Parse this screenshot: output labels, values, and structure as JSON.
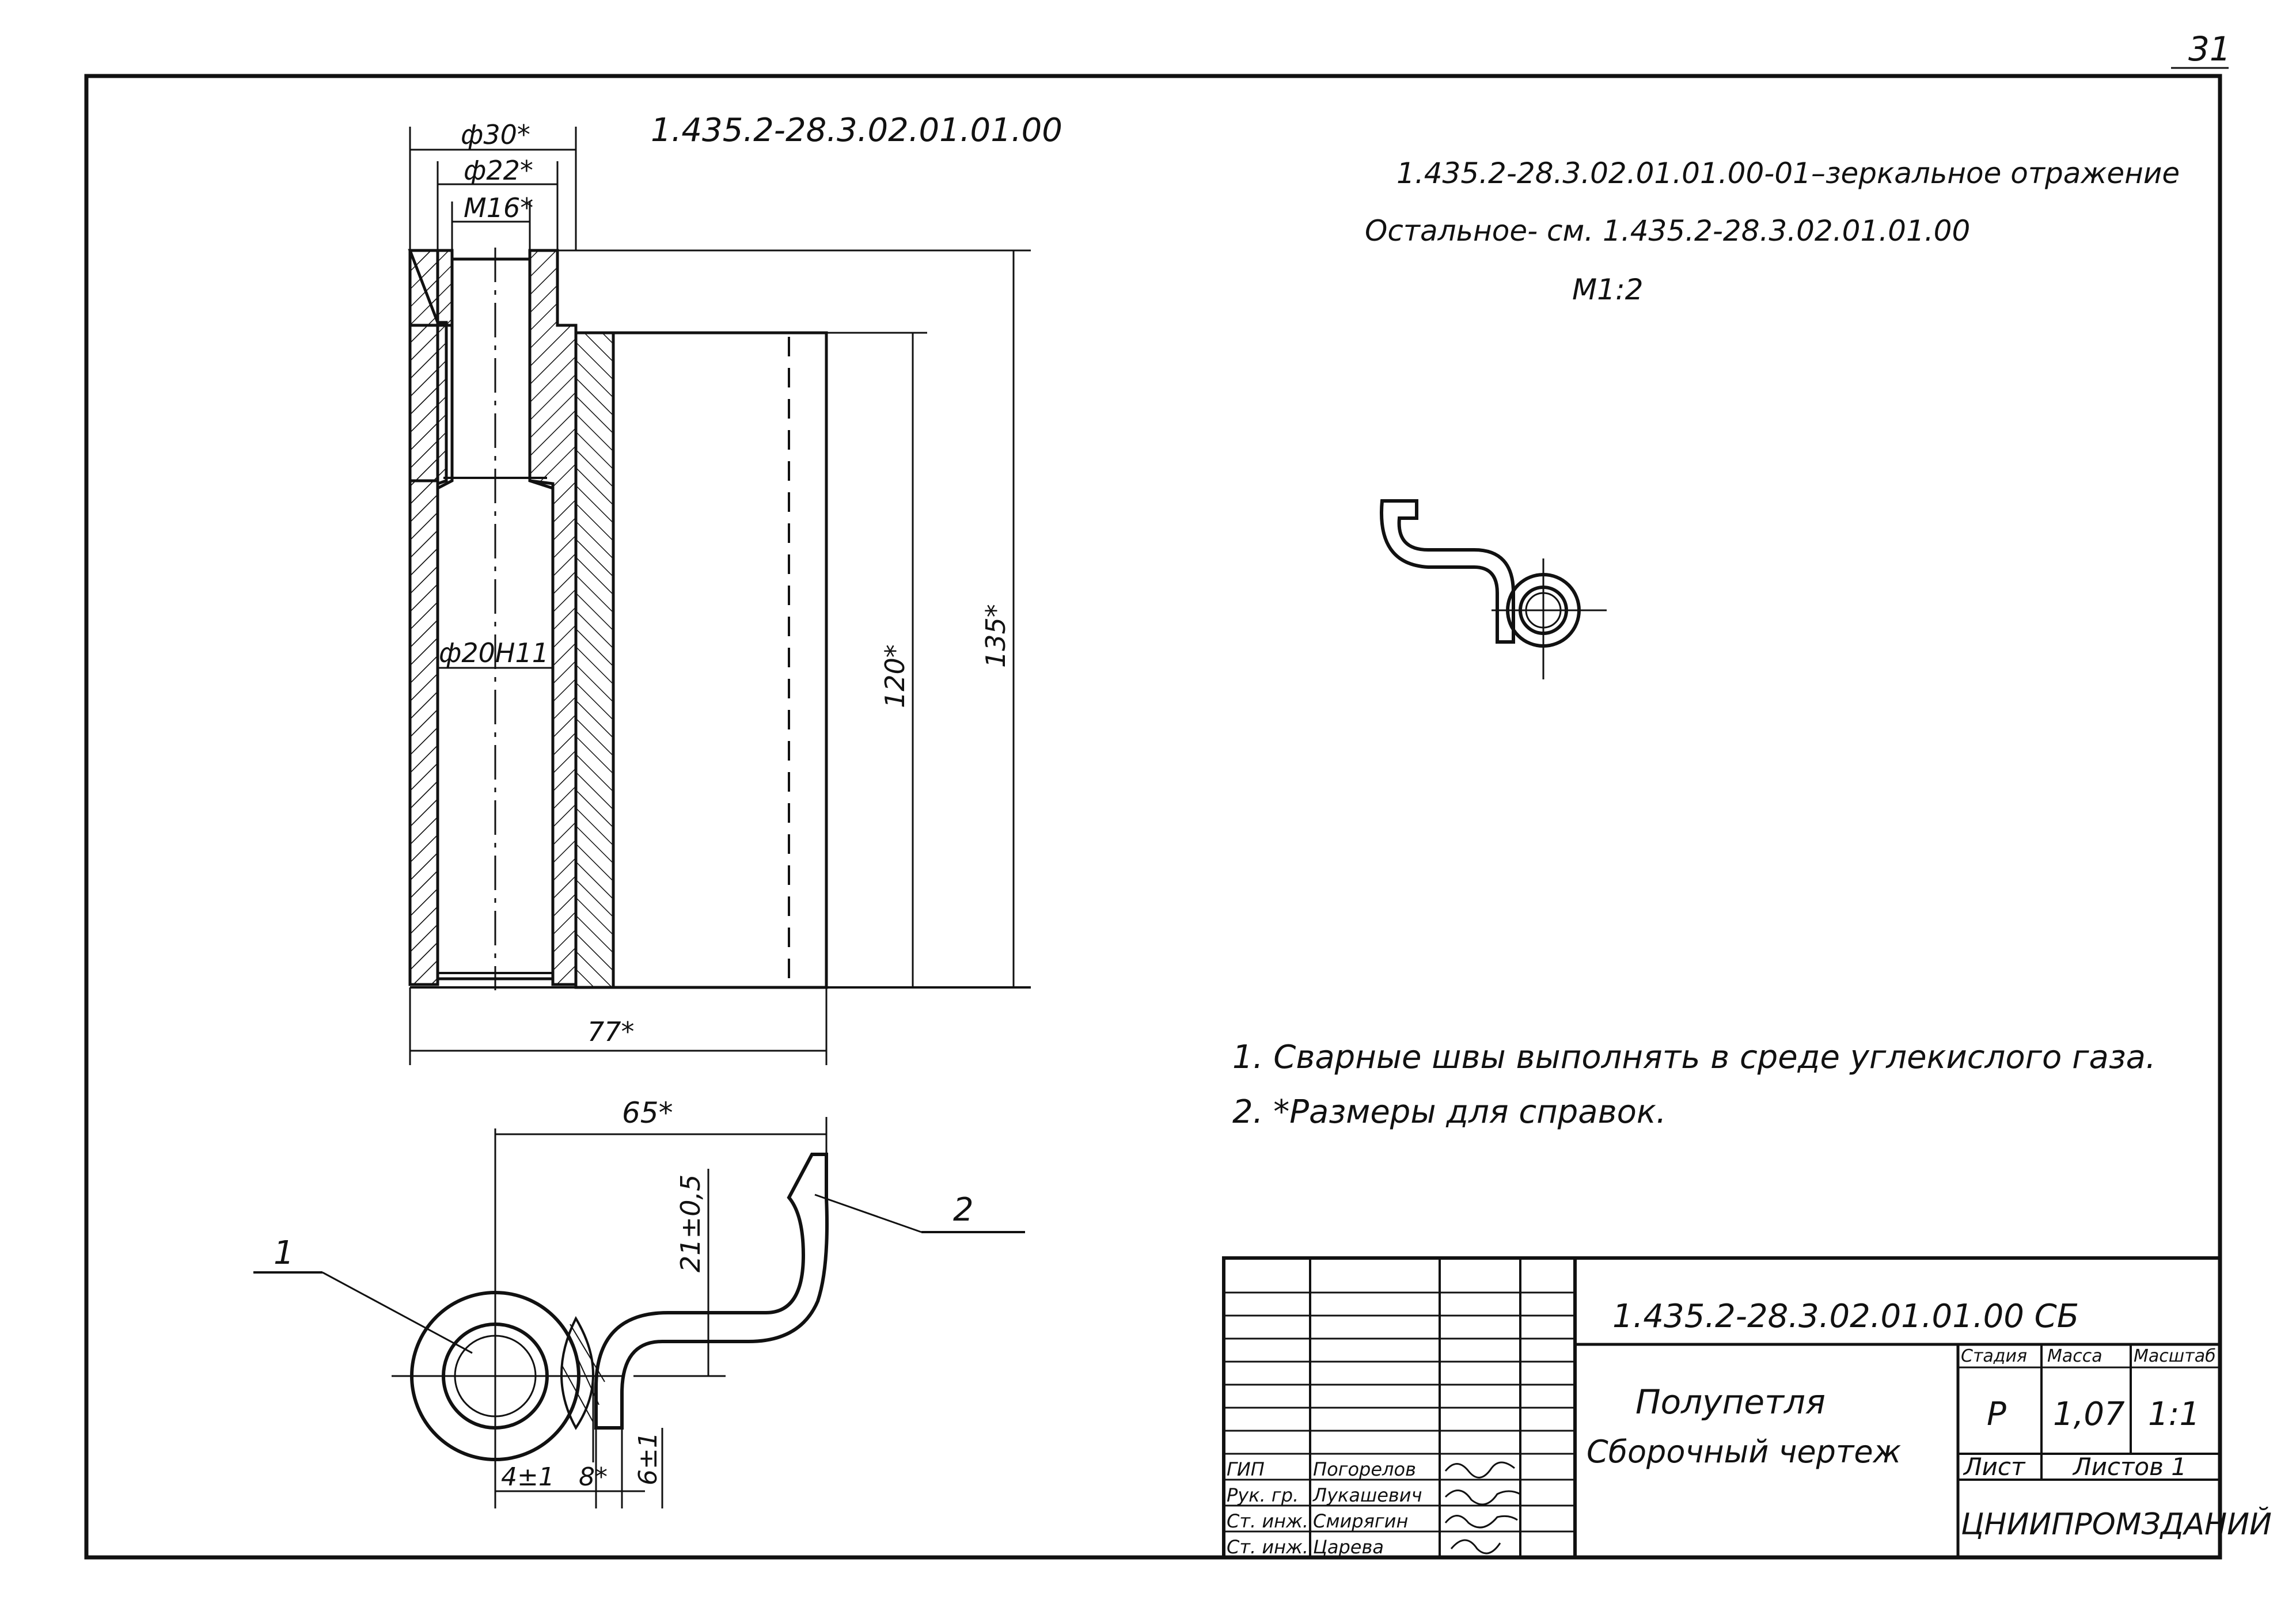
{
  "page_number": "31",
  "drawing": {
    "code_top": "1.435.2-28.3.02.01.01.00",
    "mirror_note": "1.435.2-28.3.02.01.01.00-01–зеркальное отражение",
    "rest_note": "Остальное- см. 1.435.2-28.3.02.01.01.00",
    "scale_note": "М1:2"
  },
  "dimensions": {
    "d30": "ф30*",
    "d22": "ф22*",
    "m16": "М16*",
    "d20h11": "ф20Н11",
    "h120": "120*",
    "h135": "135*",
    "w77": "77*",
    "w65": "65*",
    "d21": "21±0,5",
    "d4": "4±1",
    "d8": "8*",
    "d6": "6±1"
  },
  "callouts": {
    "one": "1",
    "two": "2"
  },
  "notes": {
    "line1": "1. Сварные швы выполнять в среде углекислого газа.",
    "line2": "2. *Размеры для справок."
  },
  "title_block": {
    "code": "1.435.2-28.3.02.01.01.00 СБ",
    "title1": "Полупетля",
    "title2": "Сборочный чертеж",
    "stage_hdr": "Стадия",
    "mass_hdr": "Масса",
    "scale_hdr": "Масштаб",
    "stage": "Р",
    "mass": "1,07",
    "scale": "1:1",
    "sheet": "Лист",
    "sheets": "Листов 1",
    "org": "ЦНИИПРОМЗДАНИЙ",
    "signers": [
      {
        "role": "ГИП",
        "name": "Погорелов"
      },
      {
        "role": "Рук. гр.",
        "name": "Лукашевич"
      },
      {
        "role": "Ст. инж.",
        "name": "Смирягин"
      },
      {
        "role": "Ст. инж.",
        "name": "Царева"
      }
    ]
  }
}
